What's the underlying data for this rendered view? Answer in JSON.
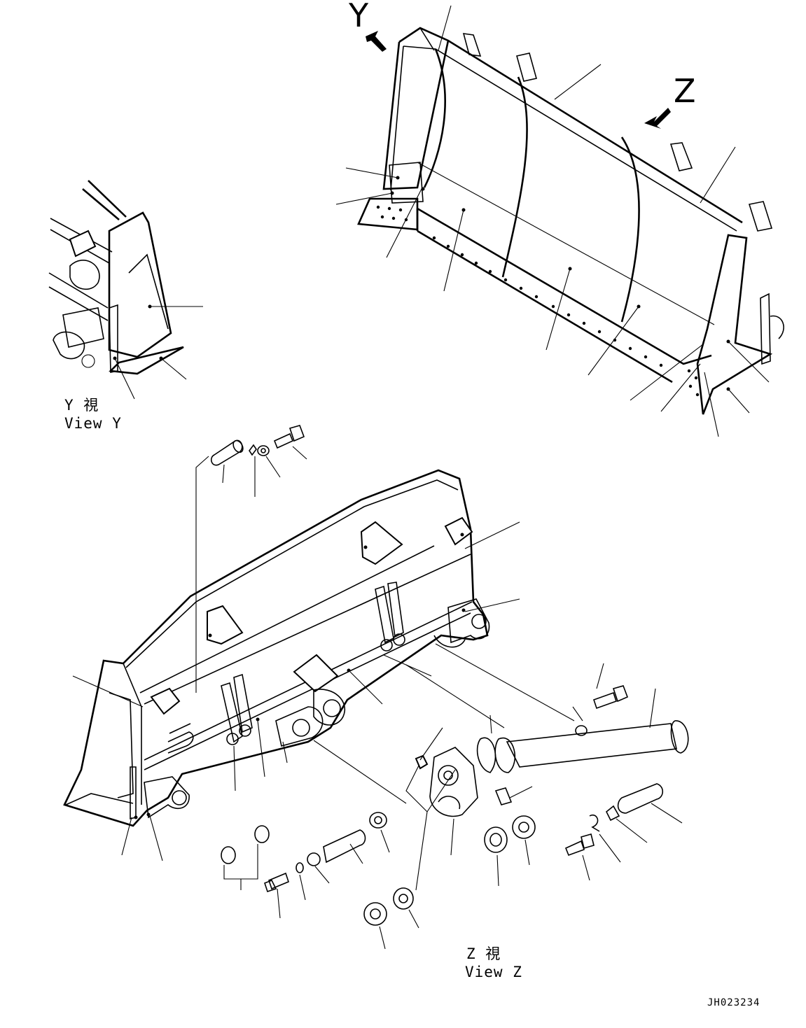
{
  "view_labels": {
    "arrow_y": "Y",
    "arrow_z": "Z",
    "view_y_jp": "Y 視",
    "view_y_en": "View Y",
    "view_z_jp": "Z 視",
    "view_z_en": "View Z"
  },
  "drawing_number": "JH023234"
}
